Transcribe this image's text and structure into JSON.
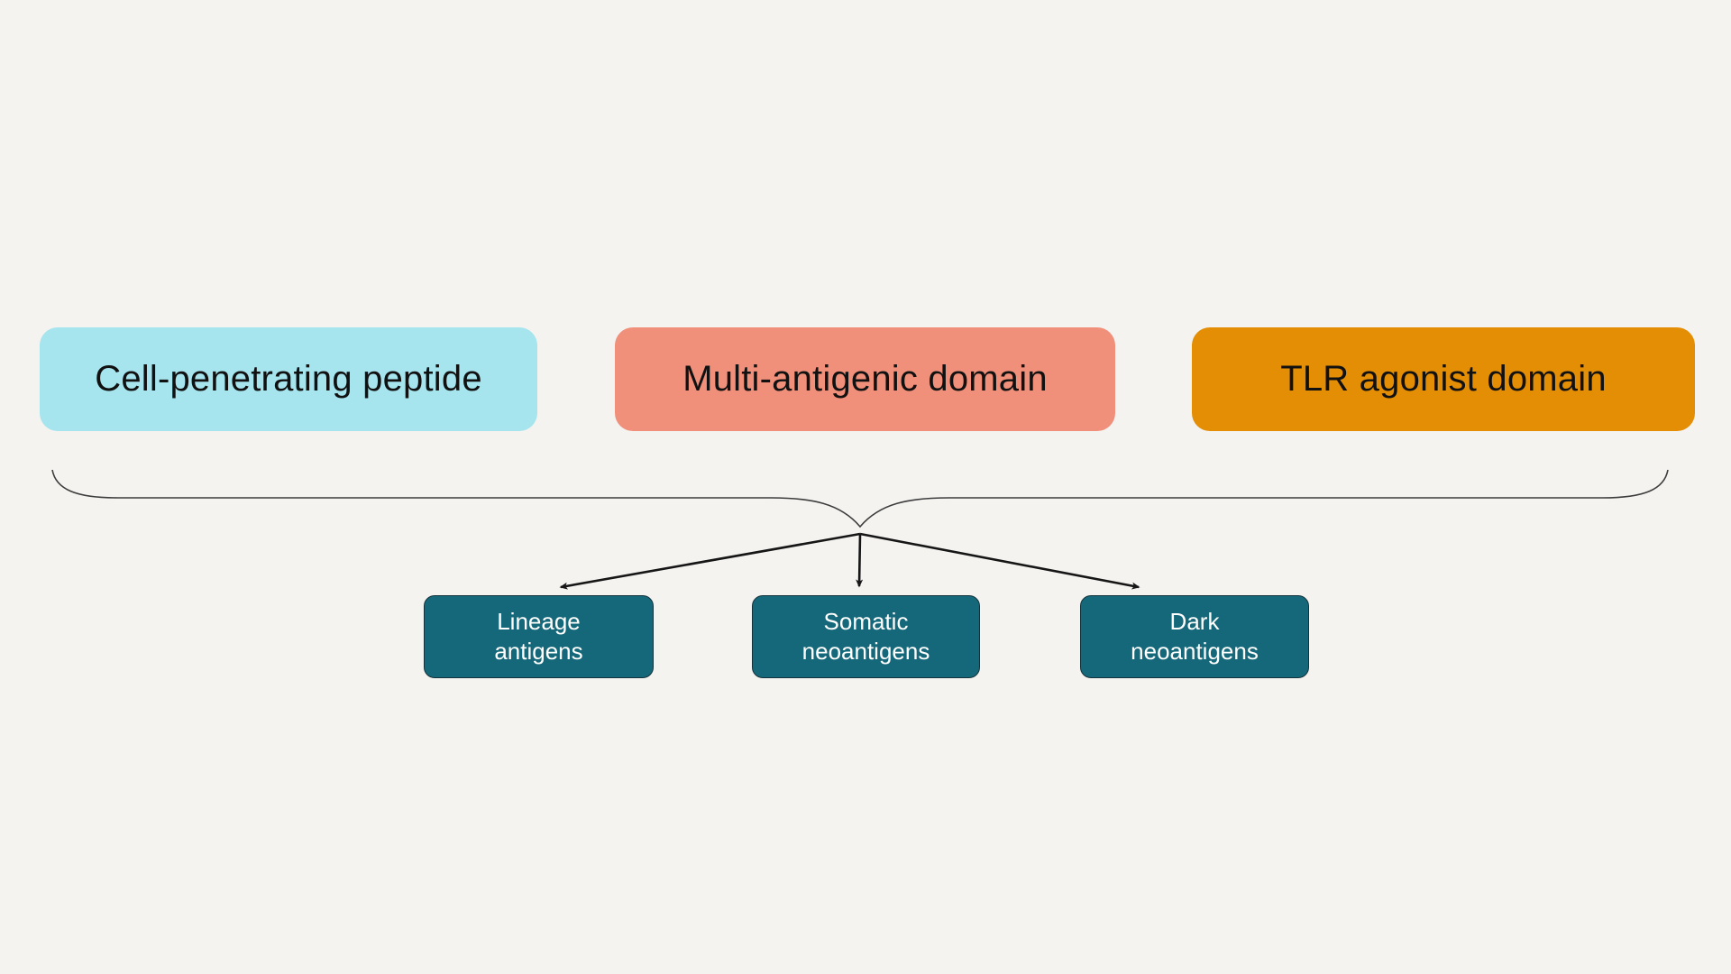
{
  "canvas": {
    "background_color": "#f5f3f0"
  },
  "diagram": {
    "top_boxes": [
      {
        "label": "Cell-penetrating peptide",
        "color": "#a6e4ee",
        "text_color": "#111111"
      },
      {
        "label": "Multi-antigenic domain",
        "color": "#f0907a",
        "text_color": "#111111"
      },
      {
        "label": "TLR agonist domain",
        "color": "#e38e05",
        "text_color": "#111111"
      }
    ],
    "bottom_boxes": [
      {
        "line1": "Lineage",
        "line2": "antigens",
        "color": "#156879",
        "text_color": "#ffffff"
      },
      {
        "line1": "Somatic",
        "line2": "neoantigens",
        "color": "#156879",
        "text_color": "#ffffff"
      },
      {
        "line1": "Dark",
        "line2": "neoantigens",
        "color": "#156879",
        "text_color": "#ffffff"
      }
    ],
    "connector": {
      "type": "curly-brace-with-three-arrows",
      "stroke_color": "#161616"
    }
  }
}
